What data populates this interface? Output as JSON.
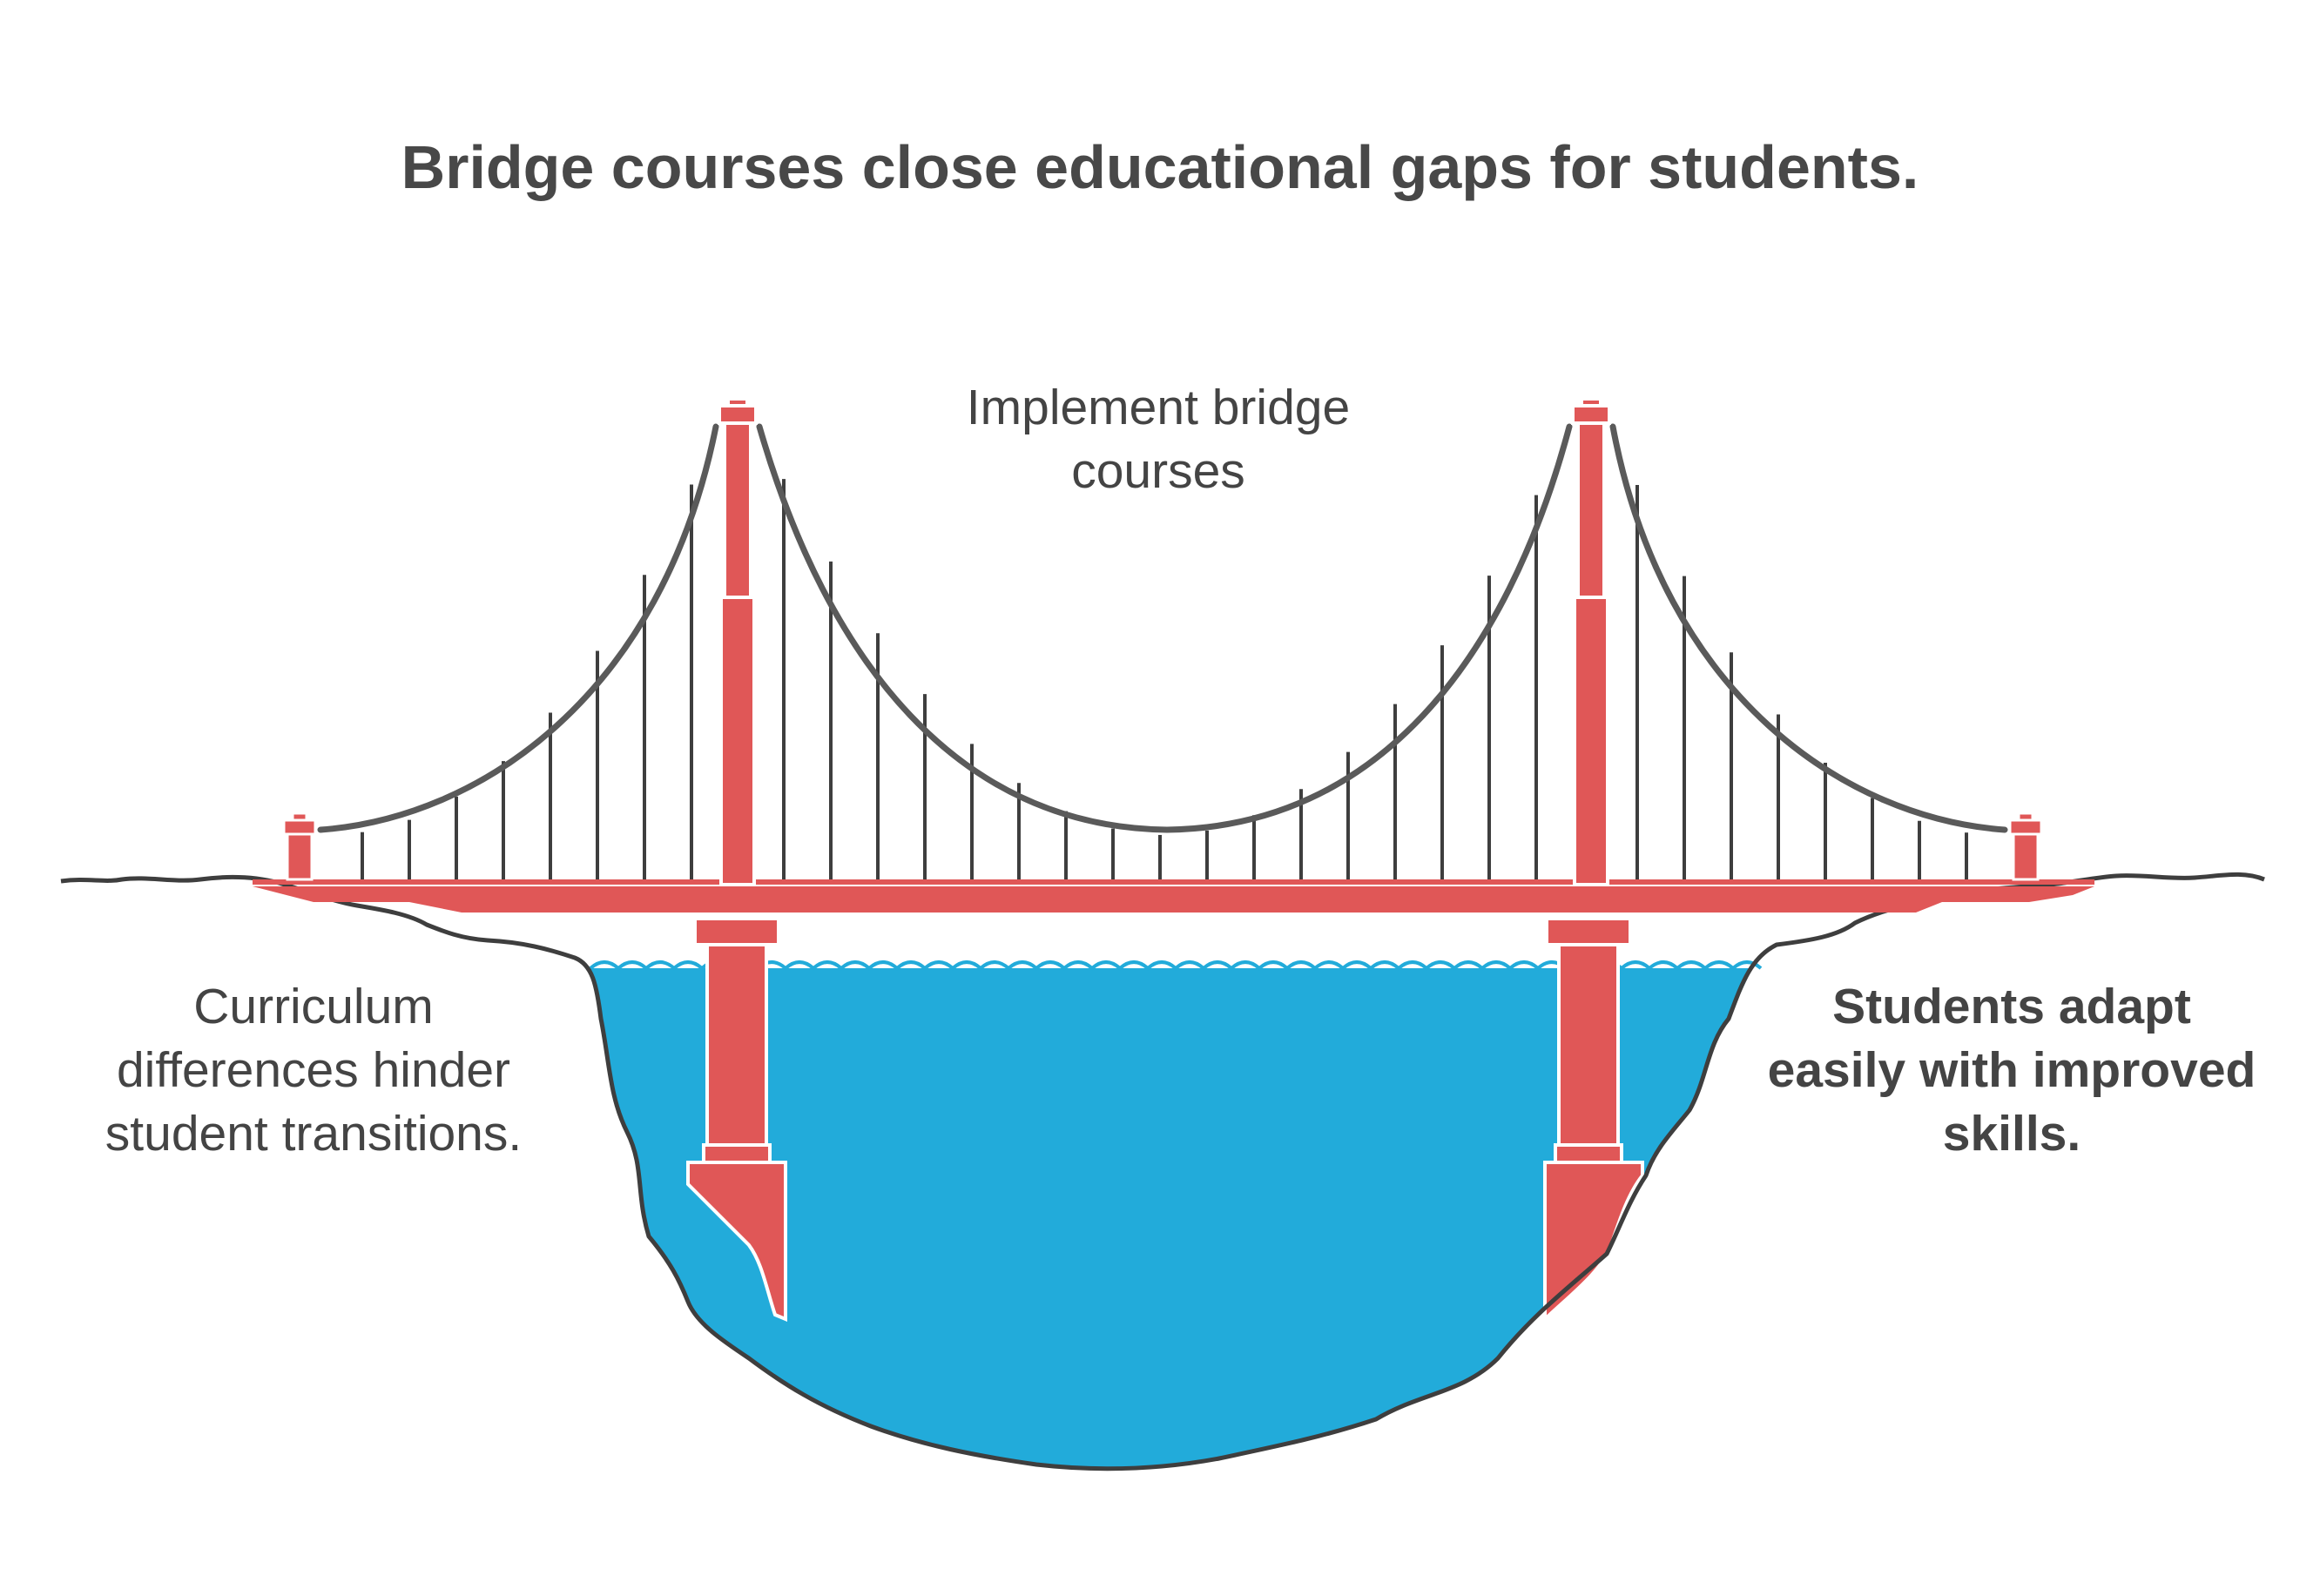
{
  "title": "Bridge courses close educational gaps for students.",
  "labels": {
    "top": "Implement bridge\ncourses",
    "left": "Curriculum\ndifferences hinder\nstudent transitions.",
    "right": "Students adapt\neasily with improved\nskills."
  },
  "colors": {
    "tower": "#E05757",
    "cable": "#5A5A5A",
    "water": "#22ABDA",
    "ground_outline": "#3E3E3E",
    "text": "#444444"
  }
}
